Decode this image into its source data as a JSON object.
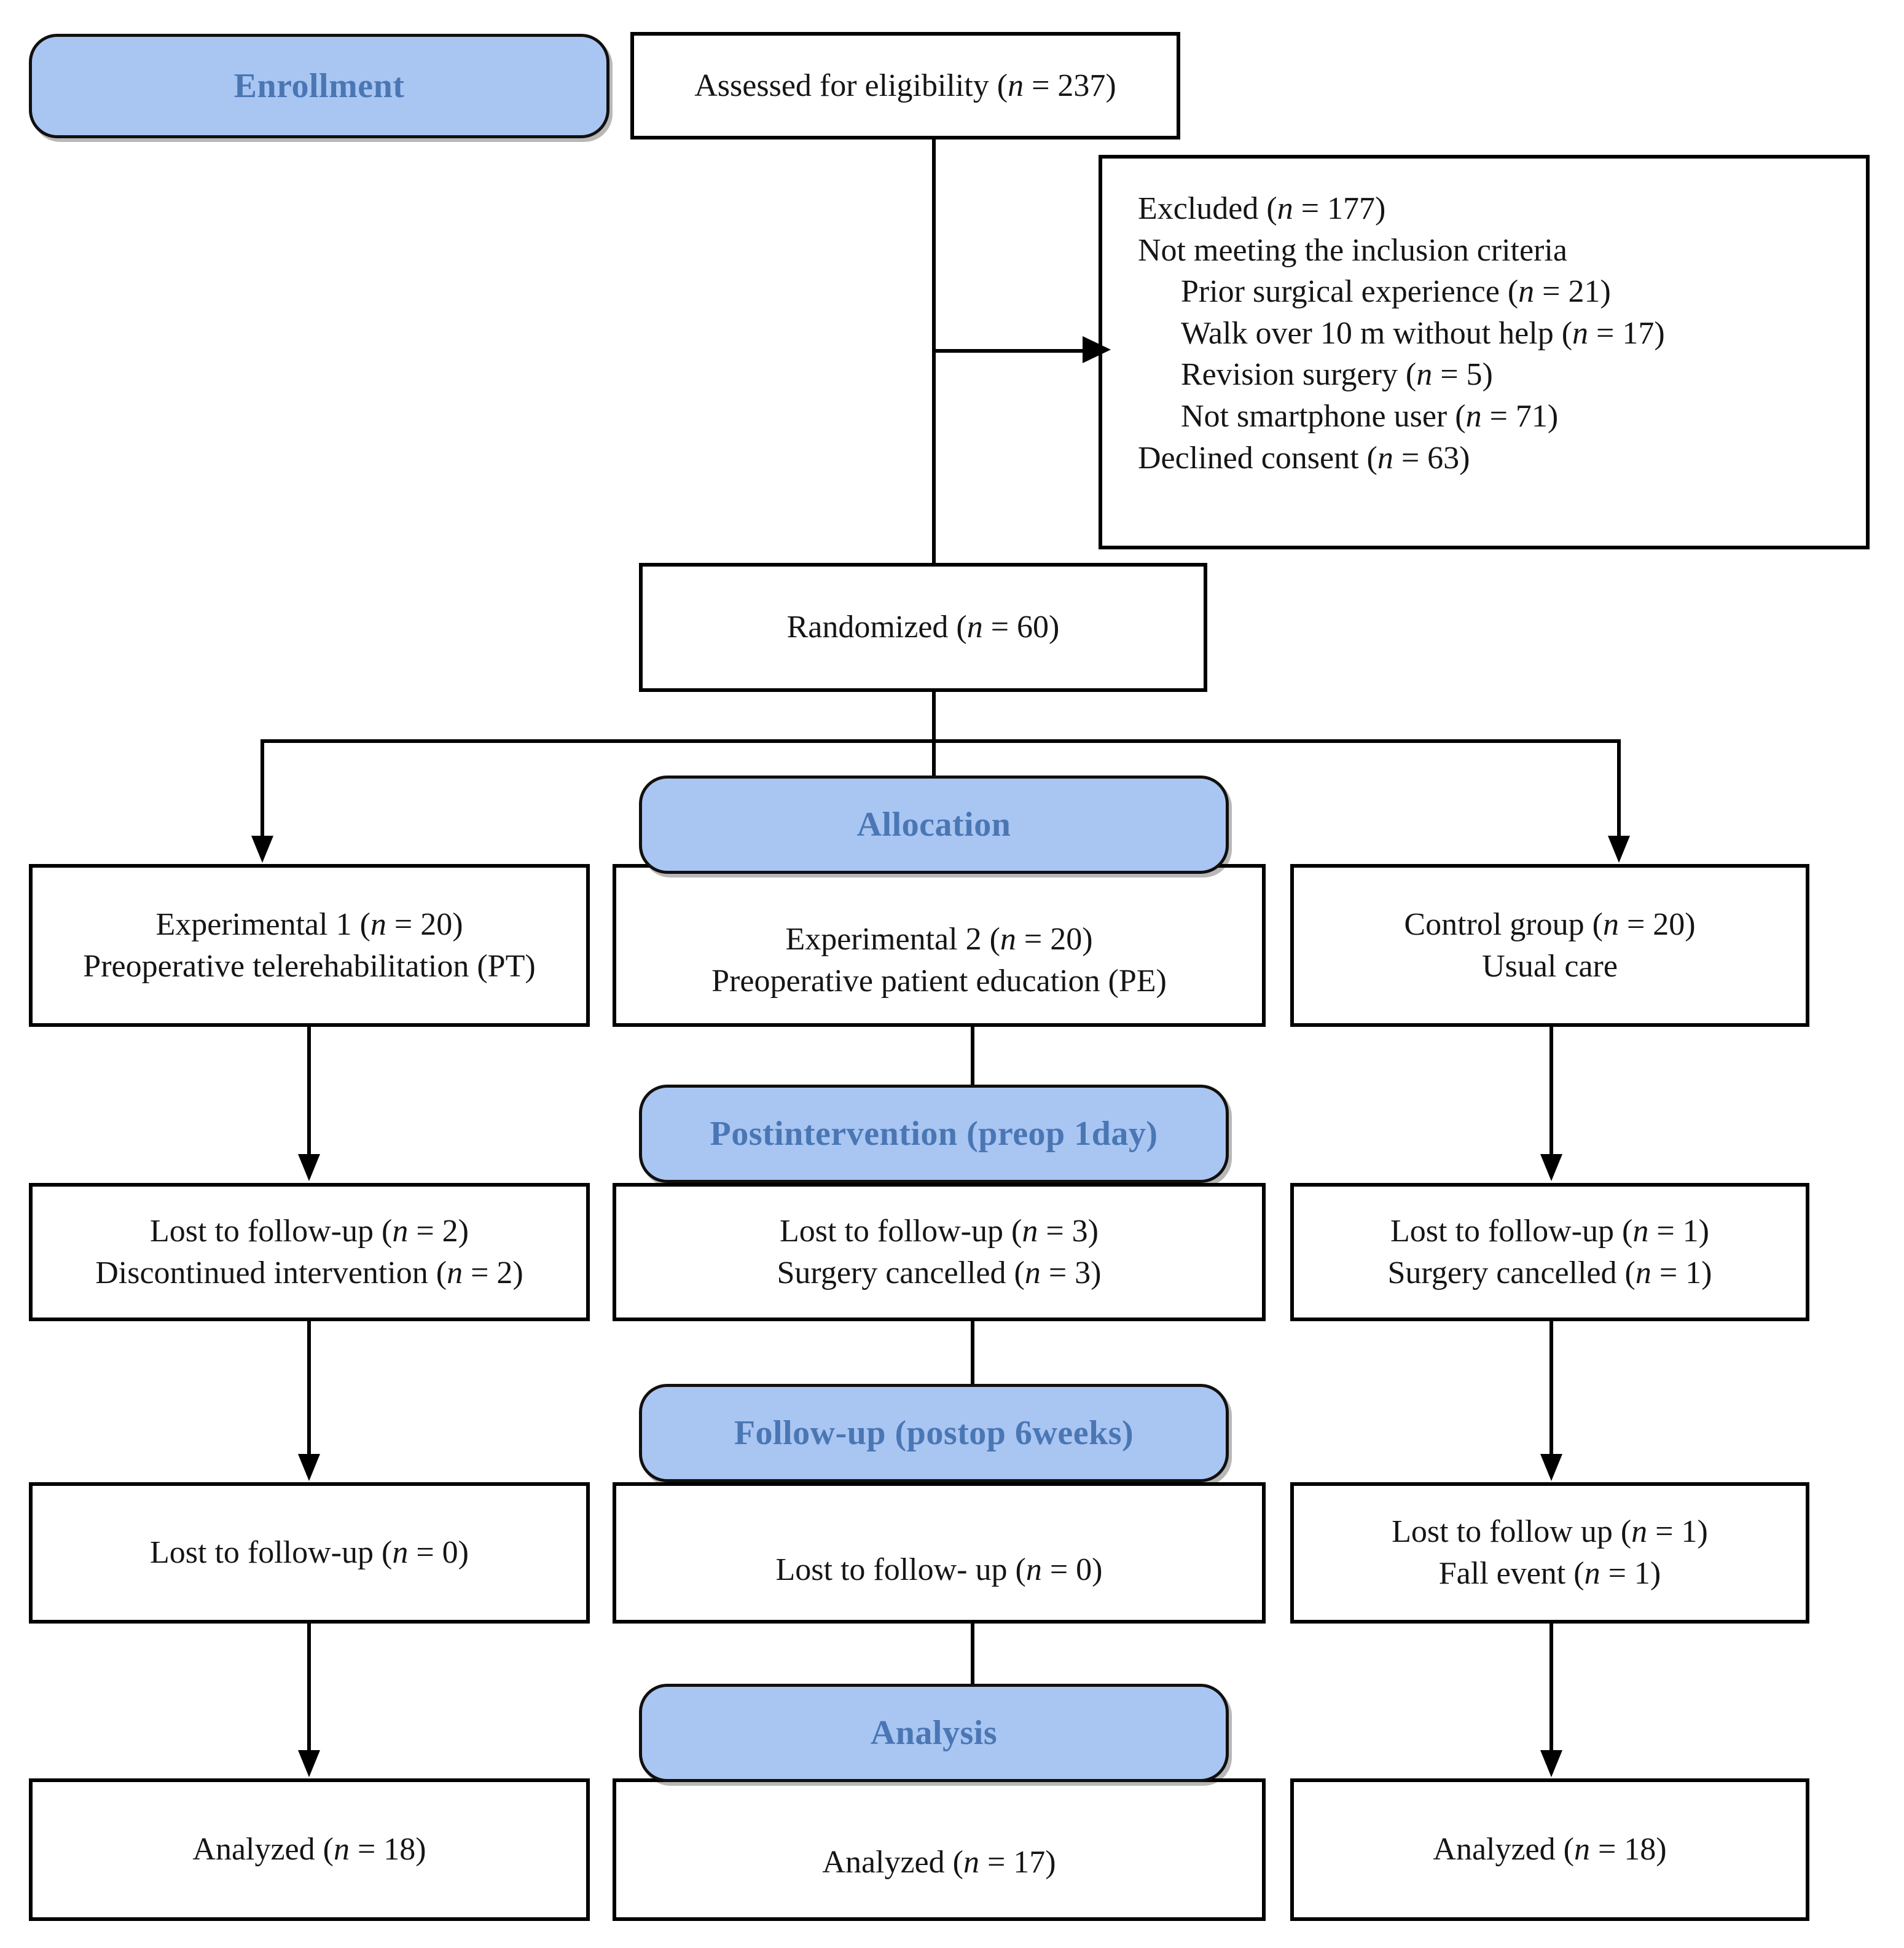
{
  "diagram": {
    "title": "CONSORT participant flow diagram",
    "accent_blue_fill": "#a9c5f2",
    "accent_blue_text": "#4a77b4",
    "line_color": "#000000"
  },
  "stages": {
    "enrollment": "Enrollment",
    "allocation": "Allocation",
    "postintervention": "Postintervention (preop 1day)",
    "followup": "Follow-up (postop 6weeks)",
    "analysis": "Analysis"
  },
  "enrollment": {
    "assessed": "Assessed for eligibility (n = 237)",
    "excluded": {
      "total": "Excluded (n = 177)",
      "criteria_header": "Not meeting the inclusion criteria",
      "reasons": [
        "Prior surgical experience (n = 21)",
        "Walk over 10 m without help (n = 17)",
        "Revision surgery (n = 5)",
        "Not smartphone user (n = 71)"
      ],
      "declined": "Declined consent (n = 63)"
    },
    "randomized": "Randomized (n = 60)"
  },
  "arms": {
    "experimental1": {
      "allocation_line1": "Experimental 1 (n = 20)",
      "allocation_line2": "Preoperative telerehabilitation (PT)",
      "postintervention_line1": "Lost to follow-up (n = 2)",
      "postintervention_line2": "Discontinued intervention (n = 2)",
      "followup_line1": "Lost to follow-up (n = 0)",
      "analysis_line1": "Analyzed (n = 18)"
    },
    "experimental2": {
      "allocation_line1": "Experimental 2 (n = 20)",
      "allocation_line2": "Preoperative patient education (PE)",
      "postintervention_line1": "Lost to follow-up (n = 3)",
      "postintervention_line2": "Surgery cancelled (n = 3)",
      "followup_line1": "Lost to follow- up (n = 0)",
      "analysis_line1": "Analyzed (n = 17)"
    },
    "control": {
      "allocation_line1": "Control group (n = 20)",
      "allocation_line2": "Usual care",
      "postintervention_line1": "Lost to follow-up (n = 1)",
      "postintervention_line2": "Surgery cancelled (n = 1)",
      "followup_line1": "Lost to follow up (n = 1)",
      "followup_line2": "Fall event (n = 1)",
      "analysis_line1": "Analyzed (n = 18)"
    }
  }
}
